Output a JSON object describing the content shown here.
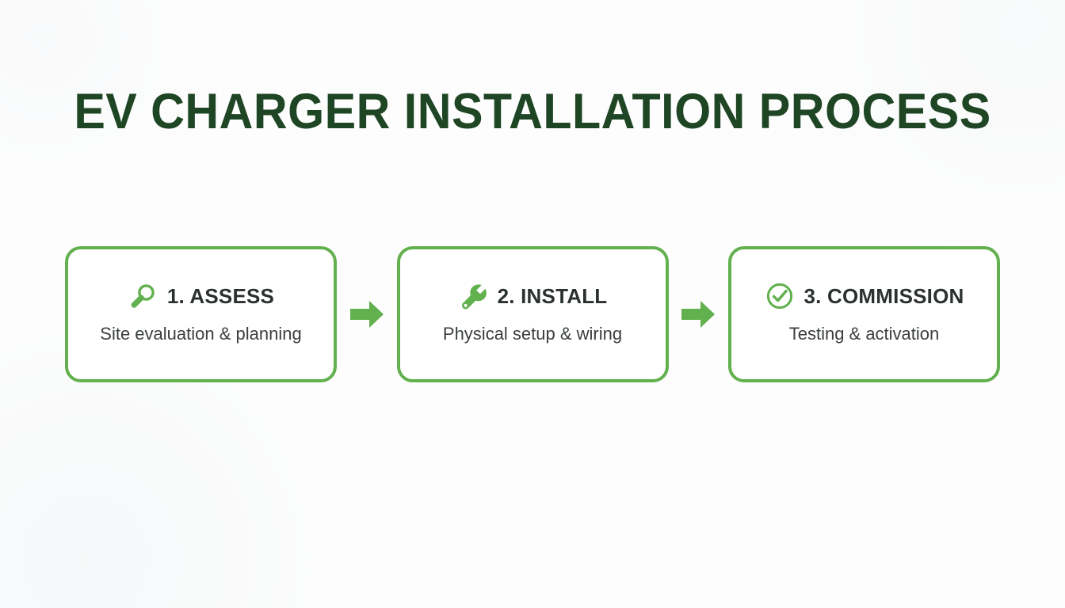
{
  "page": {
    "title": "EV CHARGER INSTALLATION PROCESS",
    "background_color": "#fdfdfd",
    "title_color": "#1e4524",
    "accent_color": "#62b04e",
    "card_title_color": "#2b312d",
    "card_desc_color": "#3a3f3c"
  },
  "flow": {
    "steps": [
      {
        "icon": "magnifier-icon",
        "title": "1. ASSESS",
        "description": "Site evaluation & planning"
      },
      {
        "icon": "wrench-icon",
        "title": "2. INSTALL",
        "description": "Physical setup & wiring"
      },
      {
        "icon": "check-circle-icon",
        "title": "3. COMMISSION",
        "description": "Testing & activation"
      }
    ],
    "connectors": [
      {
        "icon": "arrow-right-icon"
      },
      {
        "icon": "arrow-right-icon"
      }
    ]
  }
}
